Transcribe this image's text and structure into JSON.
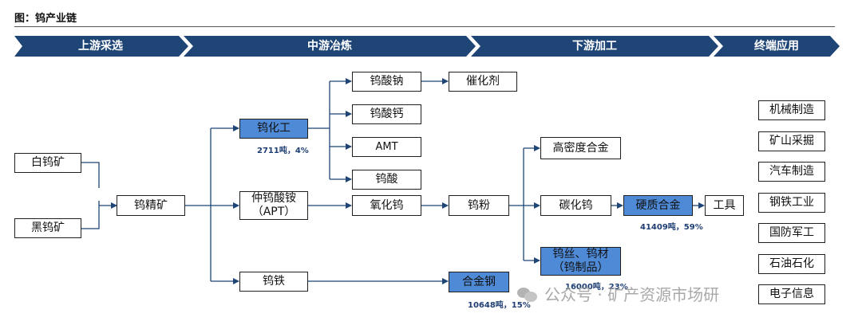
{
  "figure_title": "图：钨产业链",
  "stages": [
    "上游采选",
    "中游冶炼",
    "下游加工",
    "终端应用"
  ],
  "nodes": {
    "scheelite": "白钨矿",
    "wolframite": "黑钨矿",
    "concentrate": "钨精矿",
    "tungsten_chemicals": "钨化工",
    "apt": "仲钨酸铵\n（APT）",
    "ferrotungsten": "钨铁",
    "sodium_tungstate": "钨酸钠",
    "calcium_tungstate": "钨酸钙",
    "amt": "AMT",
    "tungstic_acid": "钨酸",
    "catalyst": "催化剂",
    "tungsten_oxide": "氧化钨",
    "tungsten_powder": "钨粉",
    "high_density_alloy": "高密度合金",
    "tungsten_carbide": "碳化钨",
    "cemented_carbide": "硬质合金",
    "tools": "工具",
    "wire_materials": "钨丝、钨材\n（钨制品）",
    "alloy_steel": "合金钢"
  },
  "annotations": {
    "tungsten_chemicals": "2711吨，4%",
    "cemented_carbide": "41409吨，59%",
    "wire_materials": "16000吨，23%",
    "alloy_steel": "10648吨，15%"
  },
  "end_uses": [
    "机械制造",
    "矿山采掘",
    "汽车制造",
    "钢铁工业",
    "国防军工",
    "石油石化",
    "电子信息"
  ],
  "watermark": "公众号 · 矿产资源市场研",
  "colors": {
    "band": "#1f4577",
    "highlight": "#4f8ad6",
    "line": "#1f4577",
    "note": "#1f3f74"
  }
}
